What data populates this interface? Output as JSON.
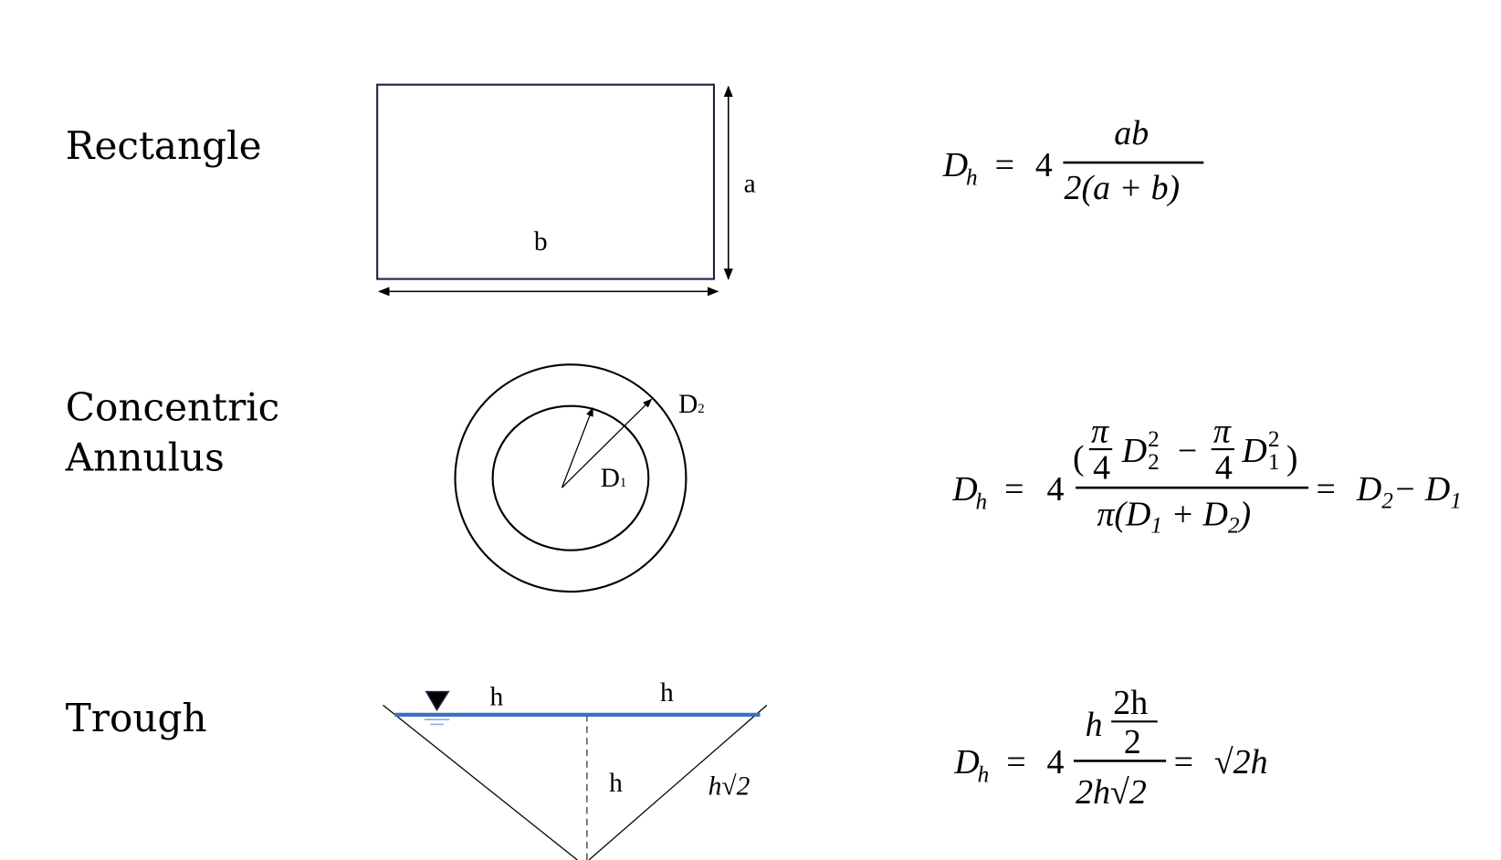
{
  "colors": {
    "rect_stroke": "#2e1a47",
    "water": "#3a72c0",
    "water_marks": "#7fb0e0"
  },
  "rectangle": {
    "title": "Rectangle",
    "label_a": "a",
    "label_b": "b",
    "formula": {
      "lhs": "D",
      "lhs_sub": "h",
      "eq": "=",
      "coef": "4",
      "num": "ab",
      "den": "2(a + b)"
    }
  },
  "annulus": {
    "title_line1": "Concentric",
    "title_line2": "Annulus",
    "label_d2": "D",
    "label_d2_sub": "2",
    "label_d1": "D",
    "label_d1_sub": "1",
    "formula": {
      "lhs": "D",
      "lhs_sub": "h",
      "eq": "=",
      "coef": "4",
      "pi": "π",
      "four": "4",
      "D": "D",
      "two": "2",
      "one": "1",
      "minus": "−",
      "lparen": "(",
      "rparen": ")",
      "den": "π(D",
      "plus": " + D",
      "close": ")",
      "rhs_eq": "=",
      "rhs": "D"
    }
  },
  "trough": {
    "title": "Trough",
    "label_h_left": "h",
    "label_h_right": "h",
    "label_h_depth": "h",
    "label_side": "h√2",
    "formula": {
      "lhs": "D",
      "lhs_sub": "h",
      "eq": "=",
      "coef": "4",
      "num_h": "h",
      "num_frac_top": "2h",
      "num_frac_bot": "2",
      "den": "2h√2",
      "rhs_eq": "=",
      "rhs": "√2h"
    }
  }
}
